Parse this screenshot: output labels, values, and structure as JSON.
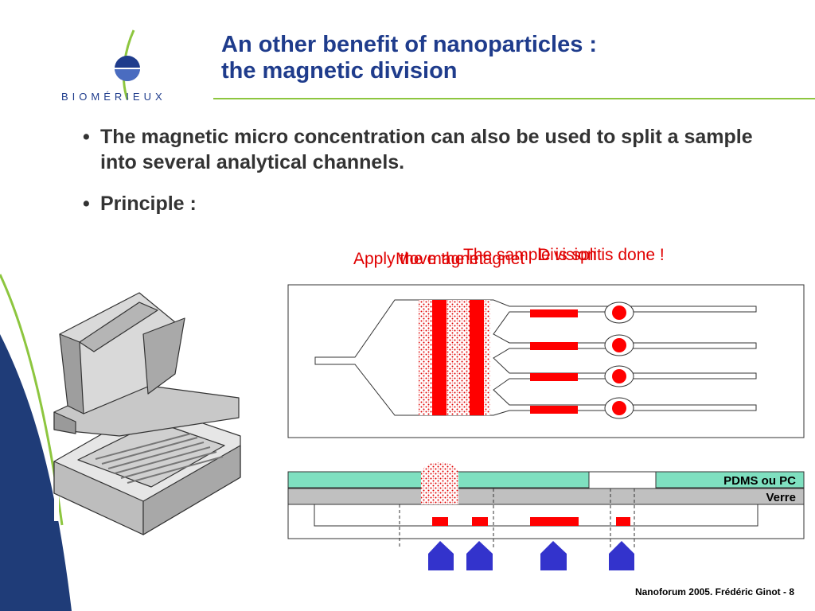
{
  "header": {
    "logo_text": "BIOMÉRIEUX",
    "title_line1": "An other benefit of nanoparticles :",
    "title_line2": "the magnetic division"
  },
  "bullets": [
    {
      "marker": "•",
      "text": "The magnetic micro concentration can also be used to split a sample into several analytical channels."
    },
    {
      "marker": "•",
      "text": "Principle :"
    }
  ],
  "animation_labels": [
    "Apply the magnet",
    "Move the magnet",
    "The sample is split",
    "Division is done !"
  ],
  "diagram": {
    "layer_pdms_label": "PDMS ou PC",
    "layer_verre_label": "Verre"
  },
  "footer": {
    "text": "Nanoforum 2005. Frédéric Ginot - 8"
  },
  "colors": {
    "title": "#1f3c8c",
    "accent_green": "#8dc63f",
    "navy": "#1f3c78",
    "red": "#ff0000",
    "teal": "#7fe0c0",
    "grey": "#c0c0c0",
    "magnet_blue": "#3333cc"
  }
}
